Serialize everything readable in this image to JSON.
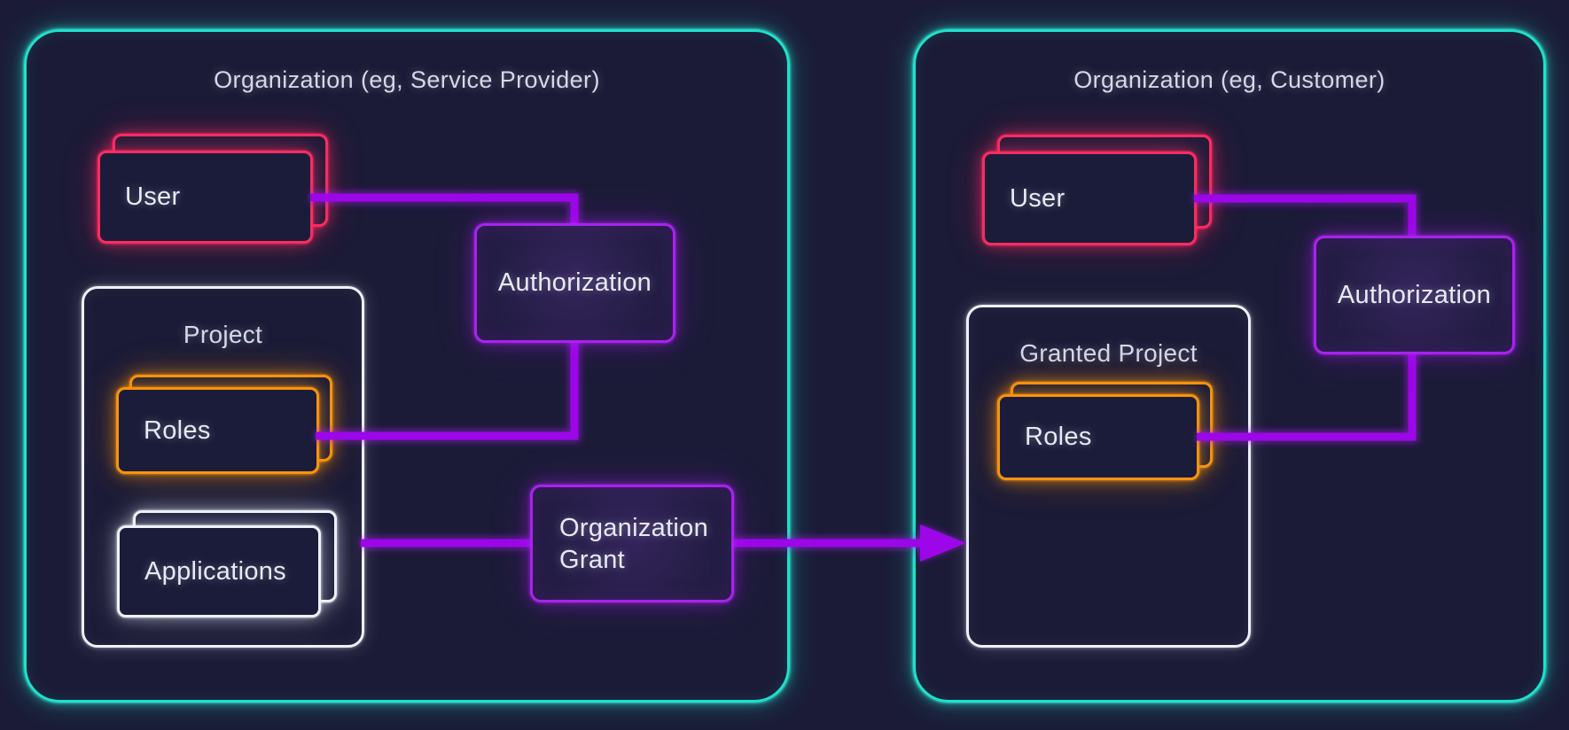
{
  "diagram": {
    "type": "architecture-diagram",
    "background": "#1b1b37",
    "colors": {
      "organization_border": "#1de2cb",
      "user_border": "#fb2c62",
      "roles_border": "#f7930e",
      "project_border": "#eef1f8",
      "authorization_border": "#a922ee",
      "connector": "#9c06e9",
      "text": "#e7e9f3"
    }
  },
  "org_left": {
    "title": "Organization (eg, Service Provider)",
    "user_label": "User",
    "authorization_label": "Authorization",
    "project_title": "Project",
    "roles_label": "Roles",
    "applications_label": "Applications"
  },
  "grant": {
    "label": "Organization Grant"
  },
  "org_right": {
    "title": "Organization (eg, Customer)",
    "user_label": "User",
    "authorization_label": "Authorization",
    "granted_project_title": "Granted Project",
    "roles_label": "Roles"
  },
  "connections": [
    {
      "from": "user",
      "to": "authorization",
      "org": "service-provider"
    },
    {
      "from": "roles",
      "to": "authorization",
      "org": "service-provider"
    },
    {
      "from": "project",
      "to": "organization-grant",
      "org": "service-provider"
    },
    {
      "from": "organization-grant",
      "to": "granted-project",
      "type": "arrow"
    },
    {
      "from": "user",
      "to": "authorization",
      "org": "customer"
    },
    {
      "from": "roles",
      "to": "authorization",
      "org": "customer"
    }
  ]
}
